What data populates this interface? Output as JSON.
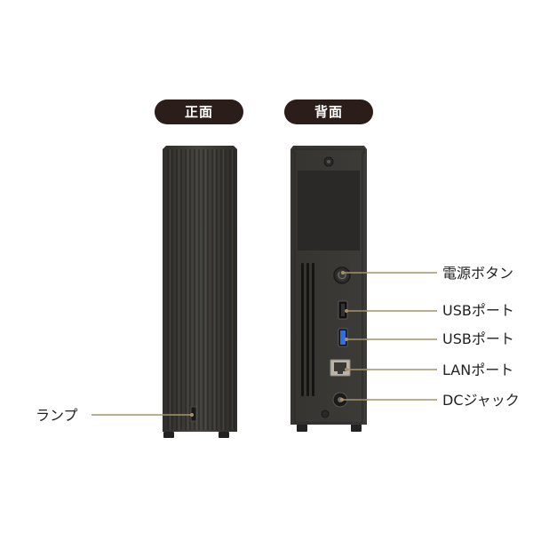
{
  "views": {
    "front_label": "正面",
    "back_label": "背面"
  },
  "callouts": {
    "lamp": "ランプ",
    "power_button": "電源ボタン",
    "usb_port_1": "USBポート",
    "usb_port_2": "USBポート",
    "lan_port": "LANポート",
    "dc_jack": "DCジャック"
  },
  "colors": {
    "device_body": "#3b3a37",
    "device_dark": "#2b2a28",
    "label_pill": "#2a1d1a",
    "leader_line": "#a8916a",
    "usb3_blue": "#2f6fe0",
    "lan_port": "#b9b4a8"
  }
}
